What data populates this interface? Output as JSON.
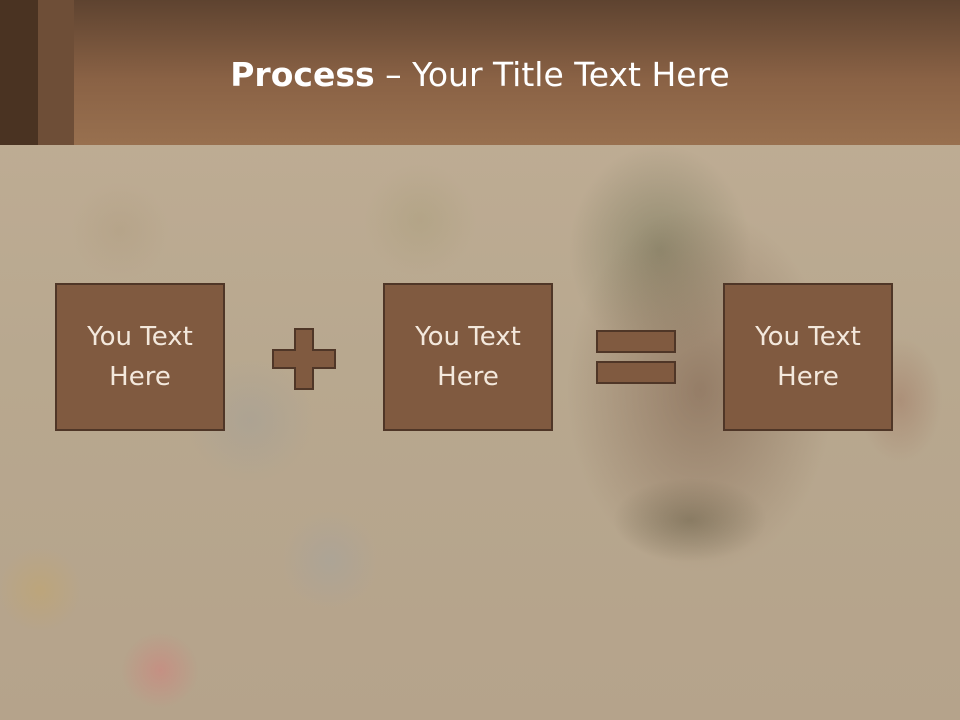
{
  "slide": {
    "title_bold": "Process",
    "title_rest": " – Your Title Text Here",
    "colors": {
      "header": "#8a6245",
      "box_fill": "#805a40",
      "box_border": "#4f3627",
      "box_text": "#f3e8dc",
      "title_text": "#ffffff"
    }
  },
  "equation": {
    "box_1": "You Text Here",
    "operator_1": "plus-icon",
    "box_2": "You Text Here",
    "operator_2": "equals-icon",
    "box_3": "You Text Here"
  }
}
